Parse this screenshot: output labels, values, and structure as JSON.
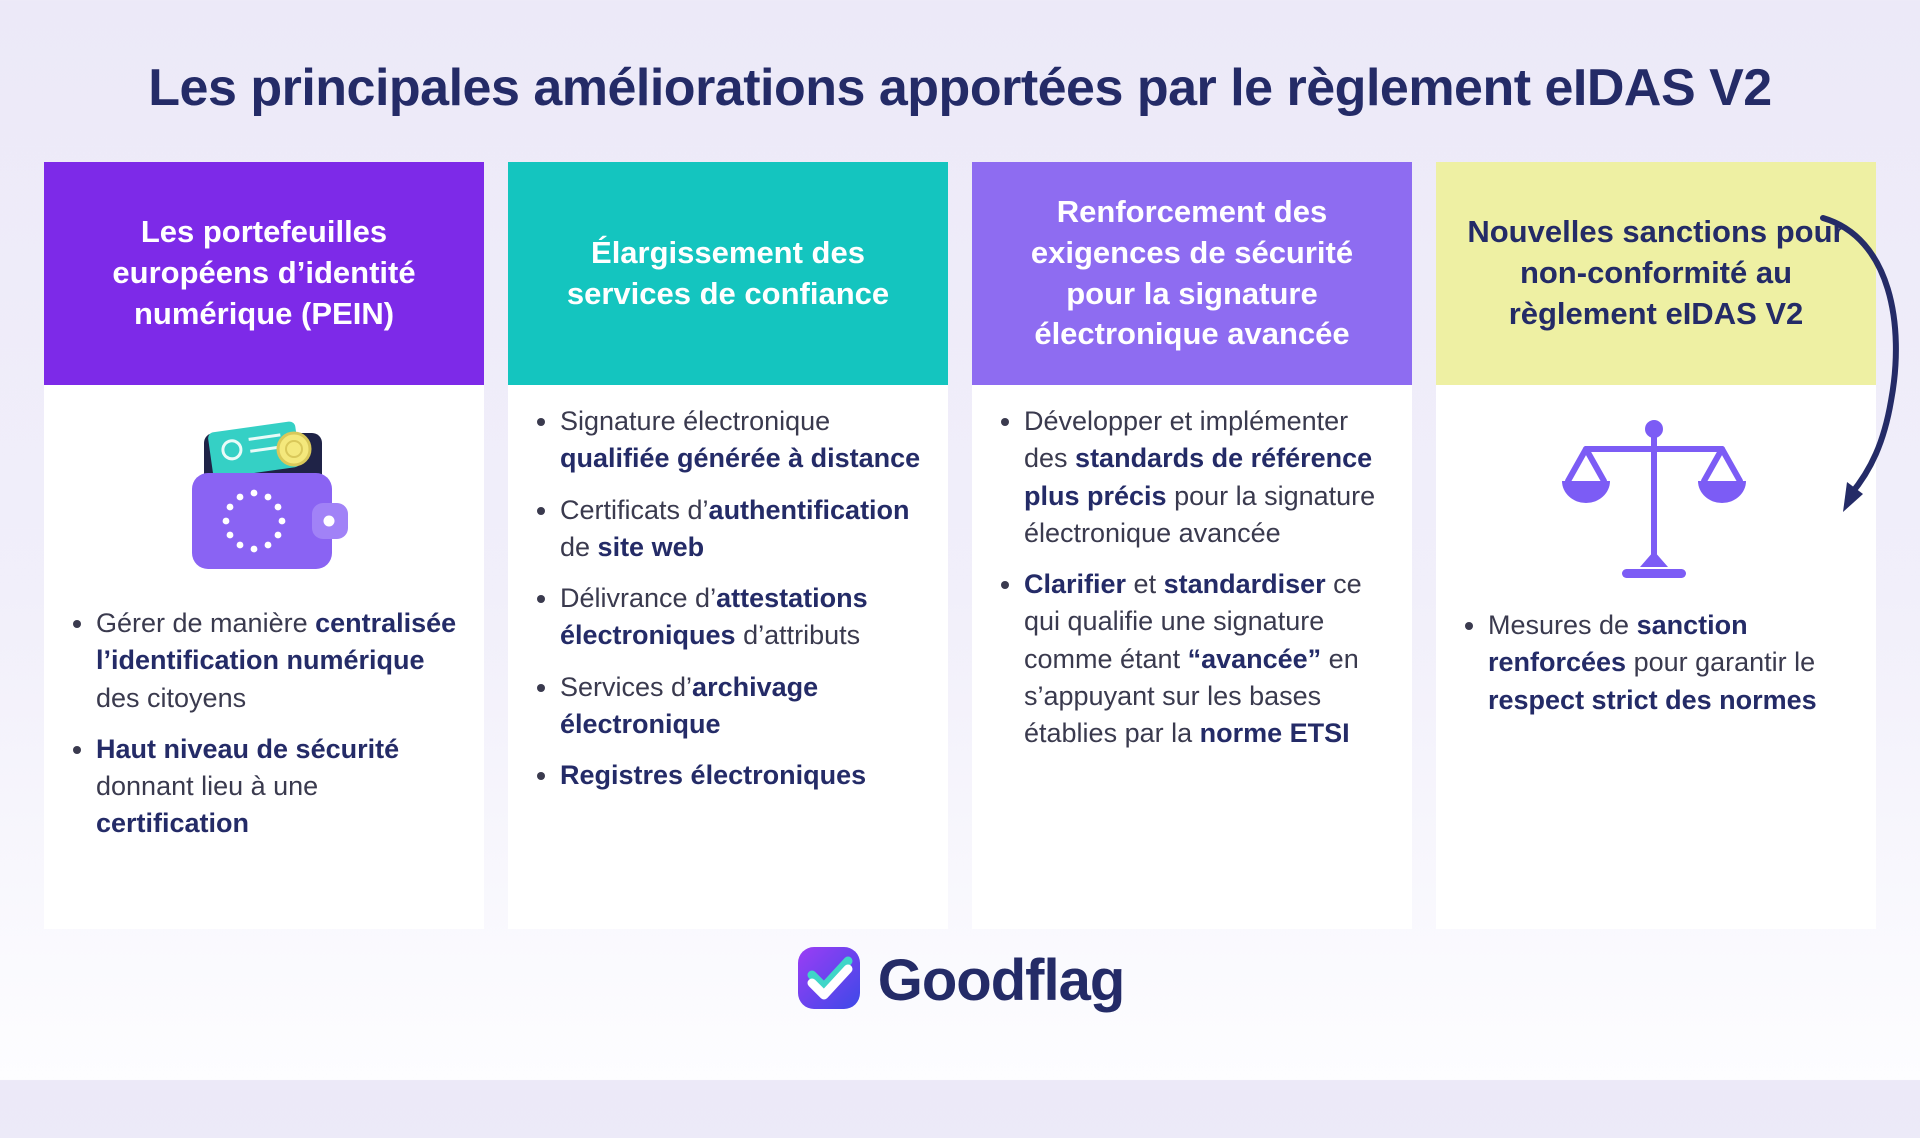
{
  "page": {
    "title": "Les principales améliorations apportées par le règlement eIDAS V2"
  },
  "columns": [
    {
      "id": "pein",
      "header": "Les portefeuilles européens d’identité numérique (PEIN)",
      "header_bg": "#7D2AE8",
      "header_text_color": "#FFFFFF",
      "icon": "eu-wallet-icon",
      "bullets": [
        [
          {
            "t": "Gérer de manière "
          },
          {
            "t": "centralisée l’identification numérique",
            "b": true
          },
          {
            "t": " des citoyens"
          }
        ],
        [
          {
            "t": "Haut niveau de sécurité",
            "b": true
          },
          {
            "t": " donnant lieu à une "
          },
          {
            "t": "certification",
            "b": true
          }
        ]
      ]
    },
    {
      "id": "services-confiance",
      "header": "Élargissement des services de confiance",
      "header_bg": "#14C5BF",
      "header_text_color": "#FFFFFF",
      "icon": null,
      "bullets": [
        [
          {
            "t": "Signature électronique "
          },
          {
            "t": "qualifiée générée à distance",
            "b": true
          }
        ],
        [
          {
            "t": "Certificats d’"
          },
          {
            "t": "authentification",
            "b": true
          },
          {
            "t": " de "
          },
          {
            "t": "site web",
            "b": true
          }
        ],
        [
          {
            "t": "Délivrance d’"
          },
          {
            "t": "attestations électroniques",
            "b": true
          },
          {
            "t": " d’attributs"
          }
        ],
        [
          {
            "t": "Services d’"
          },
          {
            "t": "archivage électronique",
            "b": true
          }
        ],
        [
          {
            "t": "Registres électroniques",
            "b": true
          }
        ]
      ]
    },
    {
      "id": "securite-signature",
      "header": "Renforcement des exigences de sécurité pour la signature électronique avancée",
      "header_bg": "#8E6CF1",
      "header_text_color": "#FFFFFF",
      "icon": null,
      "bullets": [
        [
          {
            "t": "Développer et implémenter des "
          },
          {
            "t": "standards de référence plus précis",
            "b": true
          },
          {
            "t": " pour la signature électronique avancée"
          }
        ],
        [
          {
            "t": "Clarifier",
            "b": true
          },
          {
            "t": " et "
          },
          {
            "t": "standardiser",
            "b": true
          },
          {
            "t": " ce qui qualifie une signature comme étant "
          },
          {
            "t": "“avancée”",
            "b": true
          },
          {
            "t": " en s’appuyant sur les bases établies par la "
          },
          {
            "t": "norme ETSI",
            "b": true
          }
        ]
      ]
    },
    {
      "id": "sanctions",
      "header": "Nouvelles sanctions pour non-conformité au règlement eIDAS V2",
      "header_bg": "#EEF0A3",
      "header_text_color": "#242B67",
      "icon": "scales-of-justice-icon",
      "bullets": [
        [
          {
            "t": "Mesures de "
          },
          {
            "t": "sanction renforcées",
            "b": true
          },
          {
            "t": " pour garantir le "
          },
          {
            "t": "respect strict des normes",
            "b": true
          }
        ]
      ]
    }
  ],
  "decorations": {
    "arrow_icon": "curved-arrow-icon",
    "arrow_color": "#242B67"
  },
  "footer": {
    "brand": "Goodflag",
    "logo_icon": "checkmark-logo-icon"
  },
  "colors": {
    "background_top": "#ECE9F8",
    "background_bottom": "#FDFDFF",
    "title": "#242B67",
    "body_text": "#3A3A4E",
    "bold_text": "#242B67",
    "wallet_purple": "#8A63F3",
    "scales_purple": "#7C5CF5",
    "teal": "#14C5BF"
  }
}
